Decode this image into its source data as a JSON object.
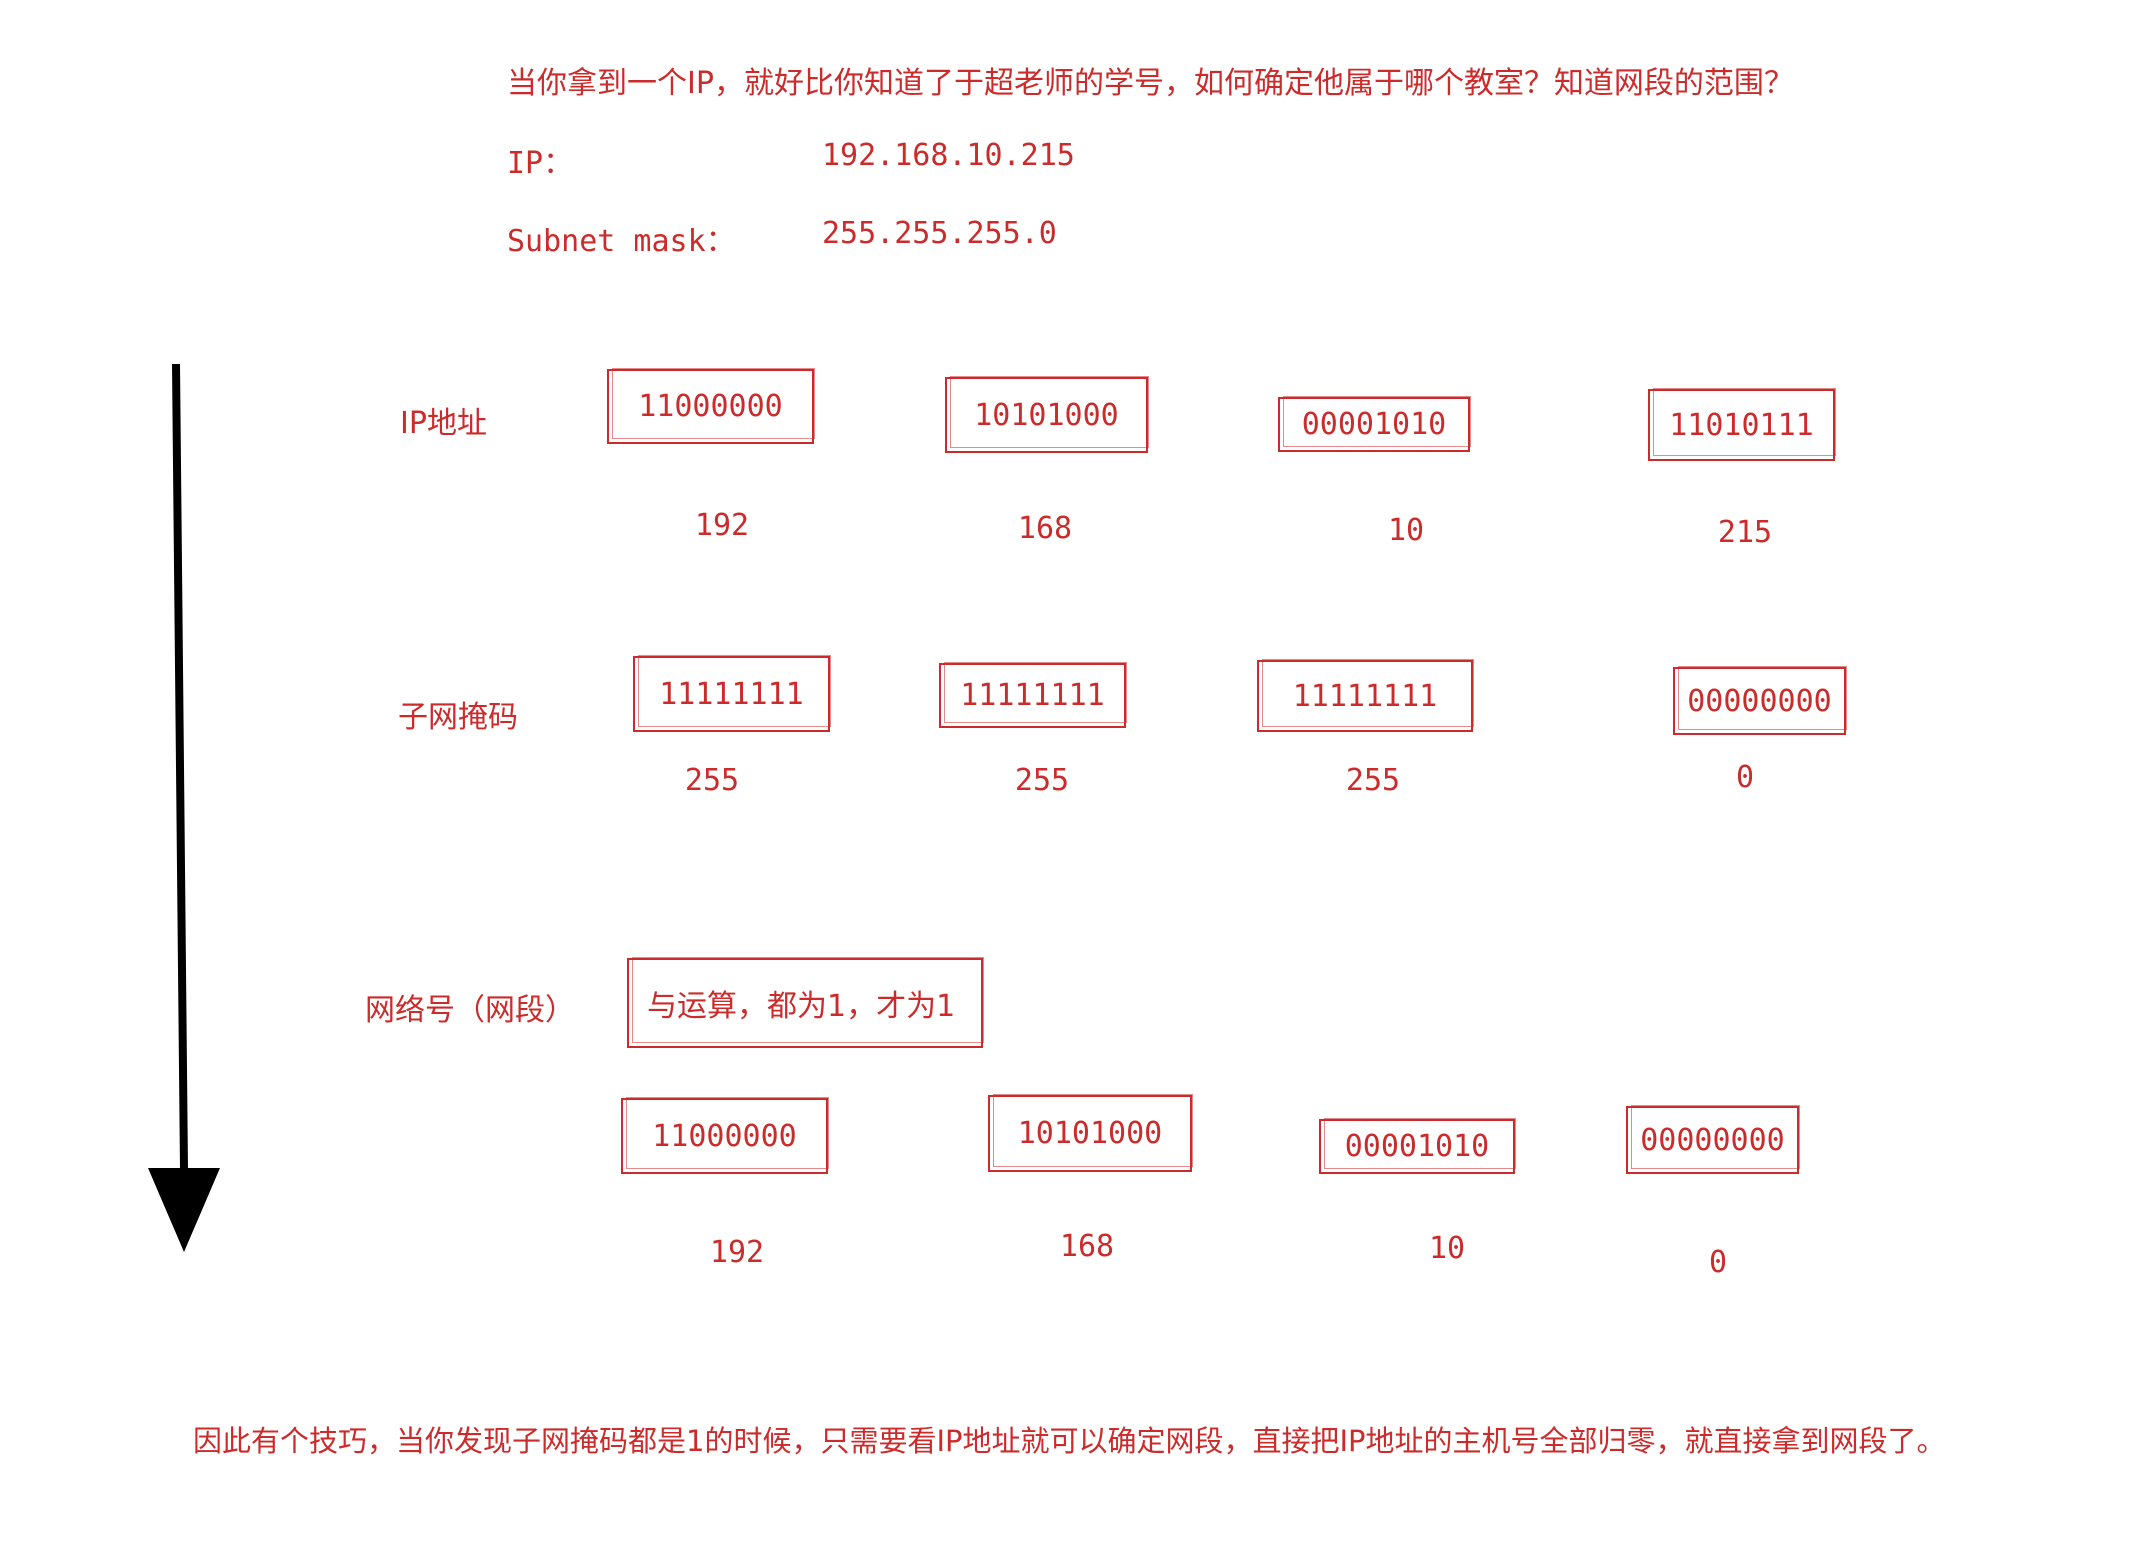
{
  "intro": {
    "question": "当你拿到一个IP，就好比你知道了于超老师的学号，如何确定他属于哪个教室？知道网段的范围？",
    "ip_label": "IP：",
    "ip_value": "192.168.10.215",
    "mask_label": "Subnet mask：",
    "mask_value": "255.255.255.0"
  },
  "ip_row": {
    "label": "IP地址",
    "octets": [
      {
        "bin": "11000000",
        "dec": "192"
      },
      {
        "bin": "10101000",
        "dec": "168"
      },
      {
        "bin": "00001010",
        "dec": "10"
      },
      {
        "bin": "11010111",
        "dec": "215"
      }
    ]
  },
  "mask_row": {
    "label": "子网掩码",
    "octets": [
      {
        "bin": "11111111",
        "dec": "255"
      },
      {
        "bin": "11111111",
        "dec": "255"
      },
      {
        "bin": "11111111",
        "dec": "255"
      },
      {
        "bin": "00000000",
        "dec": "0"
      }
    ]
  },
  "net_row": {
    "label": "网络号（网段）",
    "rule": "与运算，都为1，才为1",
    "octets": [
      {
        "bin": "11000000",
        "dec": "192"
      },
      {
        "bin": "10101000",
        "dec": "168"
      },
      {
        "bin": "00001010",
        "dec": "10"
      },
      {
        "bin": "00000000",
        "dec": "0"
      }
    ]
  },
  "conclusion": "因此有个技巧，当你发现子网掩码都是1的时候，只需要看IP地址就可以确定网段，直接把IP地址的主机号全部归零，就直接拿到网段了。",
  "colors": {
    "accent": "#cc2b2b",
    "arrow": "#000000"
  }
}
